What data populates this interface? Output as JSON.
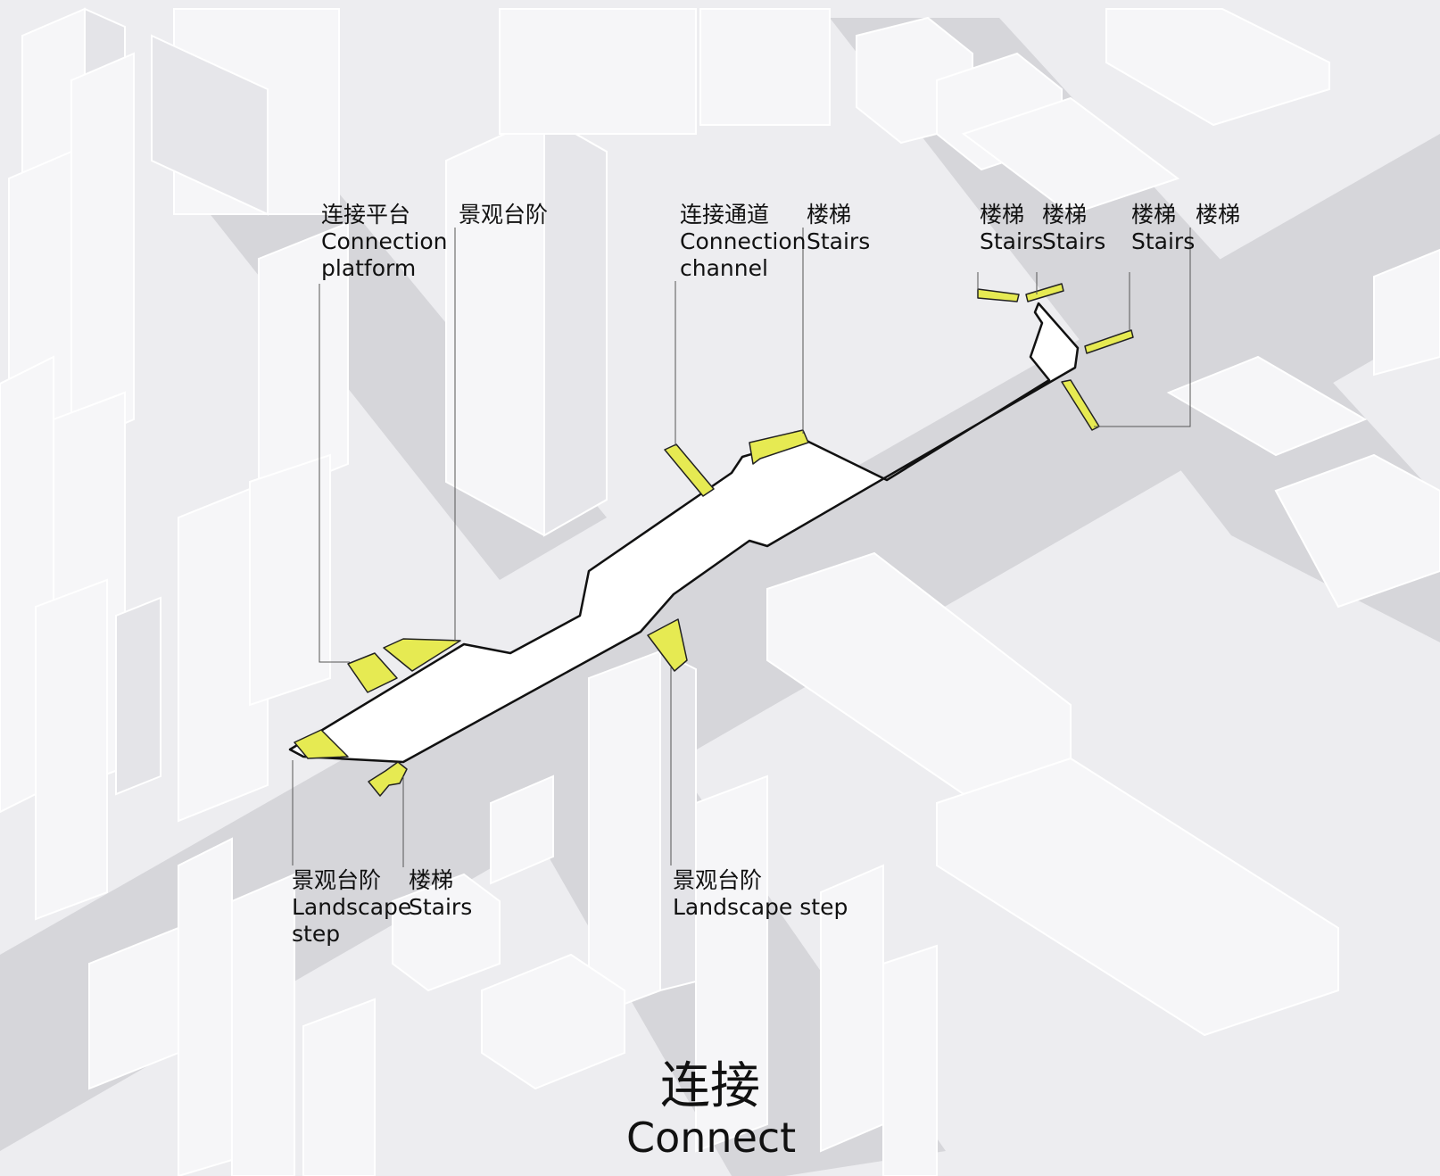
{
  "labels": {
    "connection_platform": {
      "zh": "连接平台",
      "en1": "Connection",
      "en2": "platform"
    },
    "landscape_step_top": {
      "zh": "景观台阶"
    },
    "connection_channel": {
      "zh": "连接通道",
      "en1": "Connection",
      "en2": "channel"
    },
    "stairs_1": {
      "zh": "楼梯",
      "en": "Stairs"
    },
    "stairs_2": {
      "zh": "楼梯",
      "en": "Stairs"
    },
    "stairs_3": {
      "zh": "楼梯",
      "en": "Stairs"
    },
    "stairs_4": {
      "zh": "楼梯",
      "en": "Stairs"
    },
    "stairs_5": {
      "zh": "楼梯"
    },
    "landscape_step_left": {
      "zh": "景观台阶",
      "en1": "Landscape",
      "en2": "step"
    },
    "stairs_bottom": {
      "zh": "楼梯",
      "en": "Stairs"
    },
    "landscape_step_mid": {
      "zh": "景观台阶",
      "en": "Landscape step"
    }
  },
  "title": {
    "zh": "连接",
    "en": "Connect"
  },
  "colors": {
    "highlight": "#e6ea52",
    "walkway": "#ffffff",
    "ground": "#ededf0",
    "road": "#d5d5d8",
    "building": "#f5f5f7",
    "leader": "#555555"
  }
}
